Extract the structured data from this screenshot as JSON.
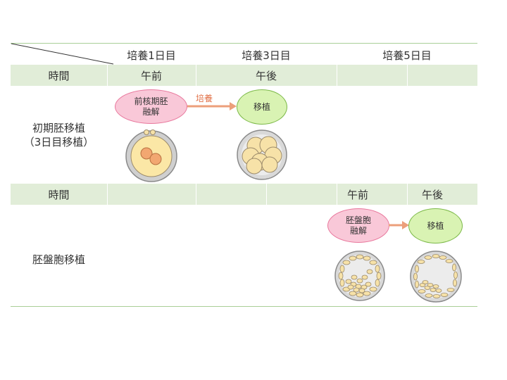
{
  "header": {
    "days": [
      "培養1日目",
      "培養3日目",
      "培養5日目"
    ]
  },
  "section1": {
    "time_label": "時間",
    "times": [
      "午前",
      "午後"
    ],
    "row_label_line1": "初期胚移植",
    "row_label_line2": "（3日目移植）",
    "node_start": [
      "前核期胚",
      "融解"
    ],
    "arrow_label": "培養",
    "node_end": "移植"
  },
  "section2": {
    "time_label": "時間",
    "times": [
      "午前",
      "午後"
    ],
    "row_label": "胚盤胞移植",
    "node_start": [
      "胚盤胞",
      "融解"
    ],
    "node_end": "移植"
  },
  "colors": {
    "band": "#e1edd8",
    "rule": "#a9cf97",
    "pink_fill": "#f9c8d8",
    "pink_border": "#e8779c",
    "green_fill": "#d9f3b3",
    "green_border": "#7cb948",
    "arrow": "#ec9f7b",
    "cell_fill": "#f7e2a8",
    "cell_border": "#9c8b6b"
  }
}
